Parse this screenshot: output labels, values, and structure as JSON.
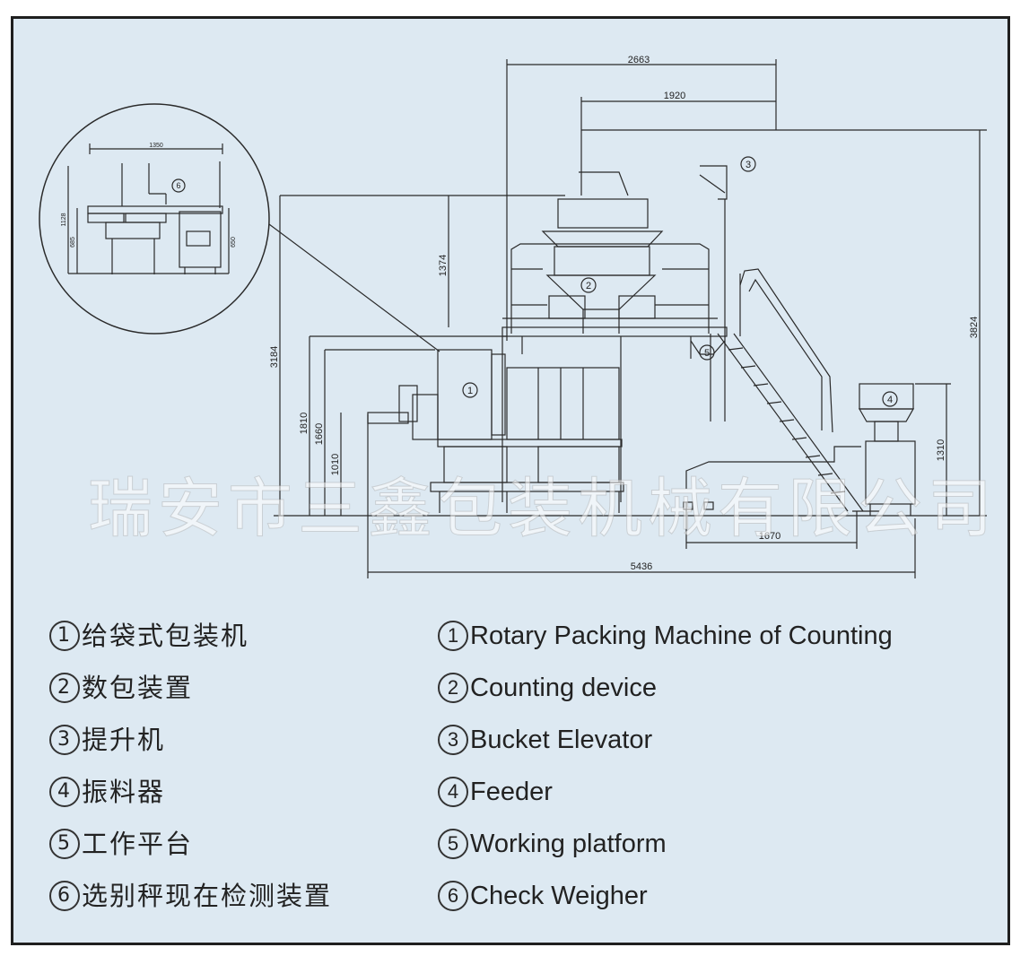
{
  "watermark": "瑞安市三鑫包装机械有限公司",
  "dimensions": {
    "d2663": "2663",
    "d1920": "1920",
    "d3824": "3824",
    "d1374": "1374",
    "d3184": "3184",
    "d1810": "1810",
    "d1660": "1660",
    "d1010": "1010",
    "d1310": "1310",
    "d1670": "1670",
    "d5436": "5436",
    "inset_1350": "1350",
    "inset_1128": "1128",
    "inset_685": "685",
    "inset_650": "650"
  },
  "markers": {
    "m1": "1",
    "m2": "2",
    "m3": "3",
    "m4": "4",
    "m5": "5",
    "m6": "6"
  },
  "legend": [
    {
      "num": "1",
      "cn": "给袋式包装机",
      "en": "Rotary Packing Machine of Counting"
    },
    {
      "num": "2",
      "cn": "数包装置",
      "en": "Counting device"
    },
    {
      "num": "3",
      "cn": "提升机",
      "en": "Bucket Elevator"
    },
    {
      "num": "4",
      "cn": "振料器",
      "en": "Feeder"
    },
    {
      "num": "5",
      "cn": "工作平台",
      "en": "Working platform"
    },
    {
      "num": "6",
      "cn": "选别秤现在检测装置",
      "en": "Check Weigher"
    }
  ]
}
